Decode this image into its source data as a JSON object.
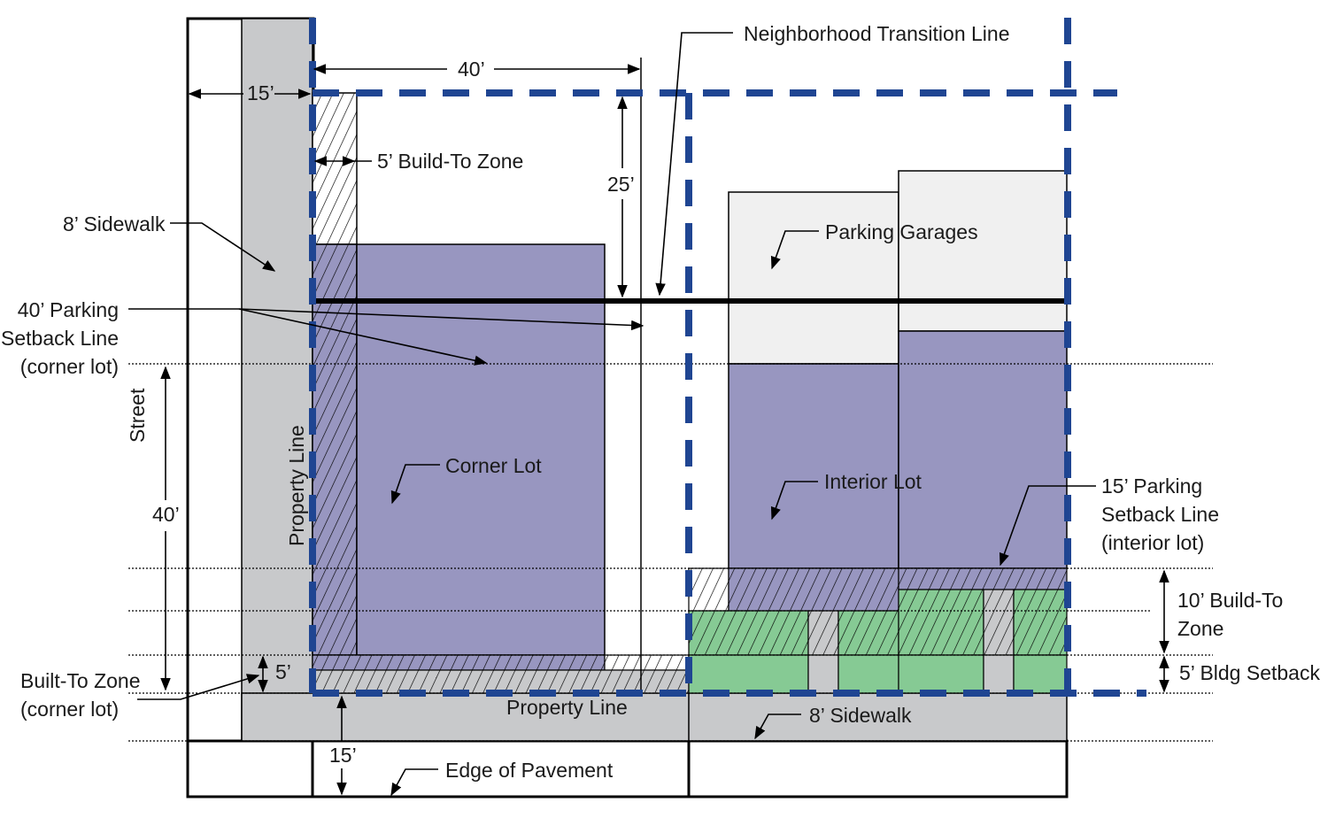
{
  "diagram": {
    "title": "Corner Lot and Interior Lot Setback / Build-To Zone Diagram",
    "colors": {
      "building": "#9896c0",
      "parking_garage": "#f0f0f0",
      "sidewalk": "#c8c9cb",
      "green_zone": "#86ca94",
      "boundary_dash": "#1f4592",
      "line": "#000000"
    },
    "labels": {
      "neighborhood_transition_line": "Neighborhood Transition Line",
      "dim_40_top": "40’",
      "dim_15_left": "15’",
      "dim_25": "25’",
      "build_to_zone_5": "5’ Build-To Zone",
      "sidewalk_left": "8’ Sidewalk",
      "parking_garages": "Parking Garages",
      "parking_setback_corner_1": "40’ Parking",
      "parking_setback_corner_2": "Setback Line",
      "parking_setback_corner_3": "(corner lot)",
      "street": "Street",
      "property_line_vertical": "Property Line",
      "corner_lot": "Corner Lot",
      "interior_lot": "Interior Lot",
      "dim_40_left": "40’",
      "parking_setback_interior_1": "15’ Parking",
      "parking_setback_interior_2": "Setback Line",
      "parking_setback_interior_3": "(interior lot)",
      "build_to_zone_10_1": "10’ Build-To",
      "build_to_zone_10_2": "Zone",
      "bldg_setback_5": "5’ Bldg Setback",
      "built_to_zone_corner_1": "Built-To Zone",
      "built_to_zone_corner_2": "(corner lot)",
      "dim_5": "5’",
      "property_line_horizontal": "Property Line",
      "sidewalk_bottom": "8’ Sidewalk",
      "dim_15_bottom": "15’",
      "edge_of_pavement": "Edge of Pavement"
    }
  }
}
